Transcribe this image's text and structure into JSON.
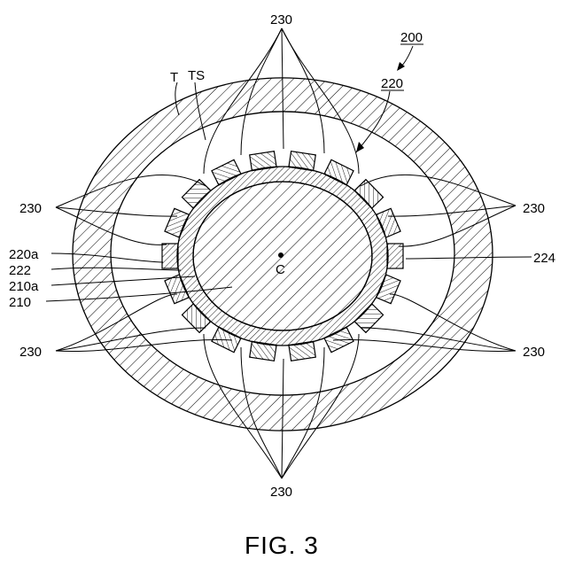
{
  "figure": {
    "caption": "FIG. 3"
  },
  "labels": {
    "assembly": "200",
    "stator": "220",
    "tooth": "230",
    "tube": "T",
    "tube_surface": "TS",
    "stator_end_face": "220a",
    "stator_ring": "222",
    "rotor_surface": "210a",
    "rotor": "210",
    "center": "C",
    "outer_face": "224"
  },
  "layout": {
    "tooth_count": 18
  }
}
